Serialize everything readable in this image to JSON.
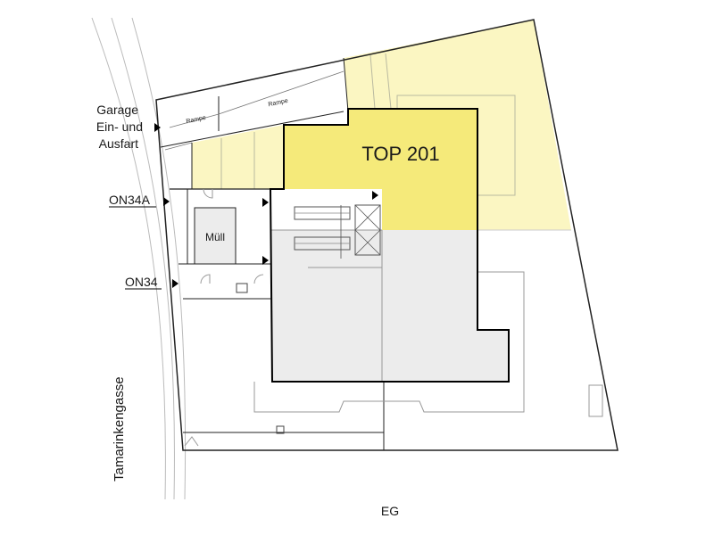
{
  "floor": {
    "label": "EG"
  },
  "unit": {
    "label": "TOP 201"
  },
  "street": {
    "label": "Tamarinkengasse"
  },
  "entrances": {
    "garage_line1": "Garage",
    "garage_line2": "Ein- und",
    "garage_line3": "Ausfart",
    "on34a": "ON34A",
    "on34": "ON34"
  },
  "rooms": {
    "waste": "Müll",
    "ramp_1": "Rampe",
    "ramp_2": "Rampe"
  },
  "colors": {
    "unit_highlight": "#f5ea7a",
    "light_highlight": "#fbf6c2",
    "building_fill": "#ececec",
    "outline": "#000000"
  }
}
